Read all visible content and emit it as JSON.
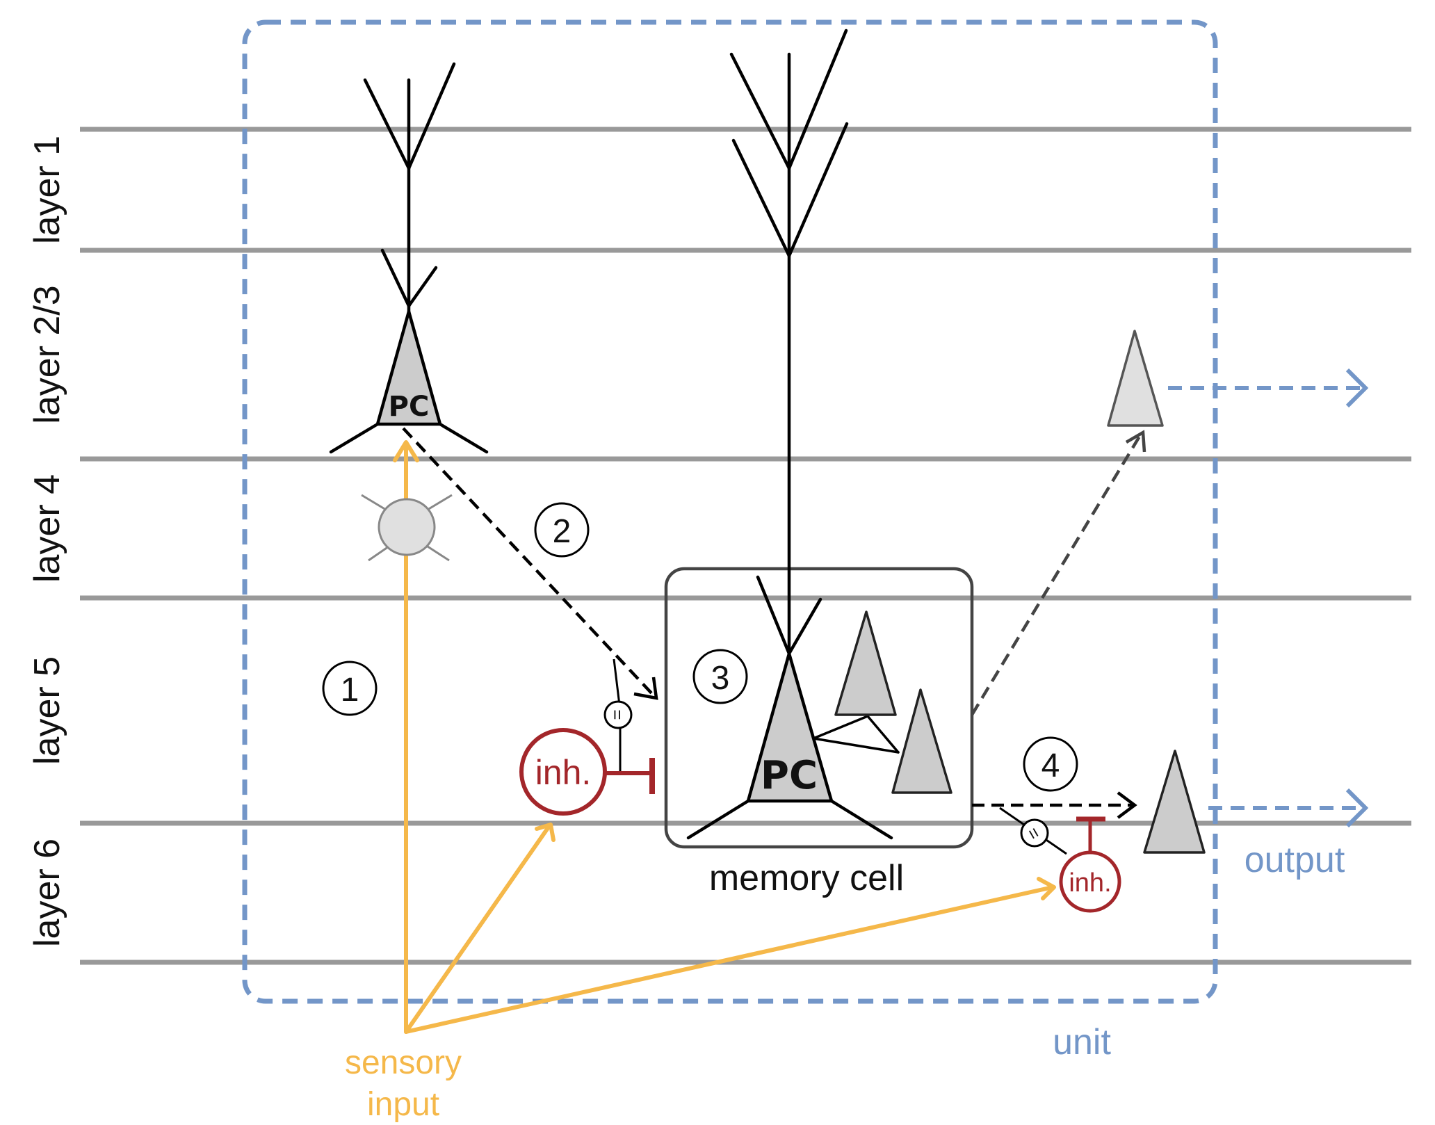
{
  "layers": [
    {
      "label": "layer 1"
    },
    {
      "label": "layer 2/3"
    },
    {
      "label": "layer 4"
    },
    {
      "label": "layer 5"
    },
    {
      "label": "layer 6"
    }
  ],
  "cells": {
    "upper_pc": "PC",
    "memory_pc": "PC",
    "inhibitory_l5": "inh.",
    "inhibitory_l6": "inh."
  },
  "steps": [
    "1",
    "2",
    "3",
    "4"
  ],
  "labels": {
    "memory_cell": "memory cell",
    "output": "output",
    "unit": "unit",
    "sensory_line1": "sensory",
    "sensory_line2": "input"
  },
  "synapse_symbol": "=",
  "colors": {
    "layer_line": "#999999",
    "unit_border": "#7396c8",
    "sensory": "#f5b84a",
    "inhibitory": "#a3262a",
    "cell_fill": "#cccccc",
    "light_cell_fill": "#e0e0e0",
    "neuron_line": "#000000"
  }
}
